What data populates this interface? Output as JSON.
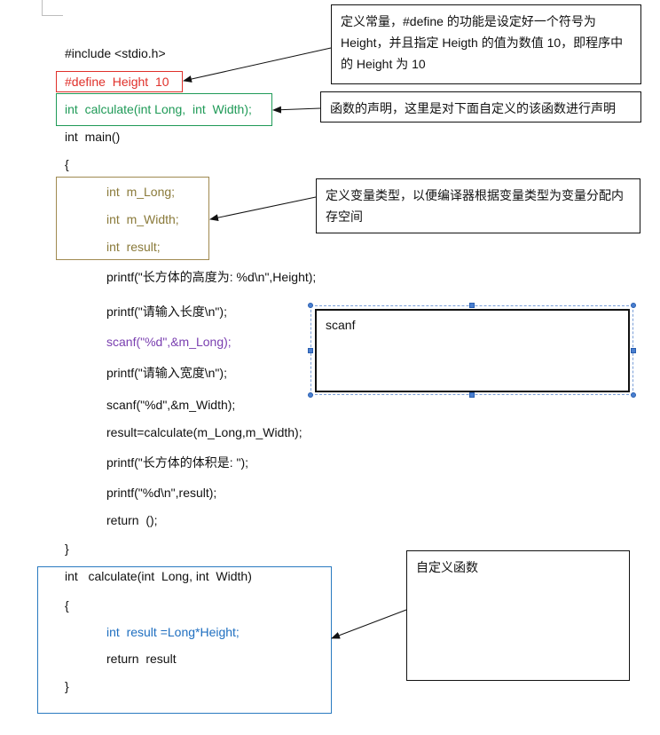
{
  "code": {
    "include": "#include <stdio.h>",
    "define": "#define  Height  10",
    "prototype": "int  calculate(int Long,  int  Width);",
    "main_sig": "int  main()",
    "open_brace": "{",
    "decl1": "int  m_Long;",
    "decl2": "int  m_Width;",
    "decl3": "int  result;",
    "printf_height": "printf(\"长方体的高度为: %d\\n\",Height);",
    "printf_len": "printf(\"请输入长度\\n\");",
    "scanf_long": "scanf(\"%d\",&m_Long);",
    "printf_wid": "printf(\"请输入宽度\\n\");",
    "scanf_wid": "scanf(\"%d\",&m_Width);",
    "result_calc": "result=calculate(m_Long,m_Width);",
    "printf_vol": "printf(\"长方体的体积是: \");",
    "printf_res": "printf(\"%d\\n\",result);",
    "return_main": "return  ();",
    "close_brace": "}",
    "func_sig": "int   calculate(int  Long, int  Width)",
    "func_open": "{",
    "func_body": "int  result =Long*Height;",
    "func_return": "return  result",
    "func_close": "}"
  },
  "callouts": {
    "define_note": "定义常量，#define 的功能是设定好一个符号为 Height，并且指定 Heigth 的值为数值 10，即程序中的 Height  为 10",
    "prototype_note": "函数的声明，这里是对下面自定义的该函数进行声明",
    "decl_note": "定义变量类型，以便编译器根据变量类型为变量分配内存空间",
    "scanf_note": "scanf",
    "func_note": "自定义函数"
  },
  "colors": {
    "define_border": "#e0302a",
    "prototype_border": "#1f9a57",
    "decl_border": "#a08a50",
    "func_border": "#2a7ac0",
    "selection": "#4a7fd0"
  }
}
